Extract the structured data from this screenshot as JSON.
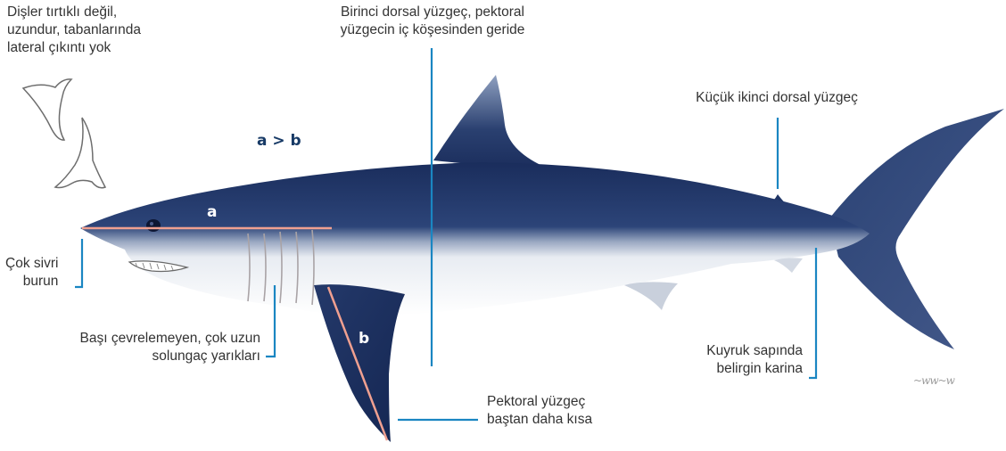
{
  "labels": {
    "teeth": [
      "Dişler tırtıklı değil,",
      "uzundur, tabanlarında",
      "lateral çıkıntı yok"
    ],
    "first_dorsal": [
      "Birinci dorsal yüzgeç, pektoral",
      "yüzgecin iç köşesinden geride"
    ],
    "second_dorsal": [
      "Küçük ikinci dorsal yüzgeç"
    ],
    "snout": [
      "Çok sivri",
      "burun"
    ],
    "gills": [
      "Başı çevrelemeyen, çok uzun",
      "solungaç yarıkları"
    ],
    "pectoral": [
      "Pektoral yüzgeç",
      "baştan daha kısa"
    ],
    "keel": [
      "Kuyruk sapında",
      "belirgin karina"
    ]
  },
  "comparison": "a > b",
  "measure_a": "a",
  "measure_b": "b",
  "colors": {
    "leader_line": "#1a86c2",
    "measure_line": "#f0a090",
    "shark_dark": "#1f3566",
    "shark_light": "#e4e9f1",
    "label_text": "#333333",
    "comparison_text": "#173a66"
  }
}
